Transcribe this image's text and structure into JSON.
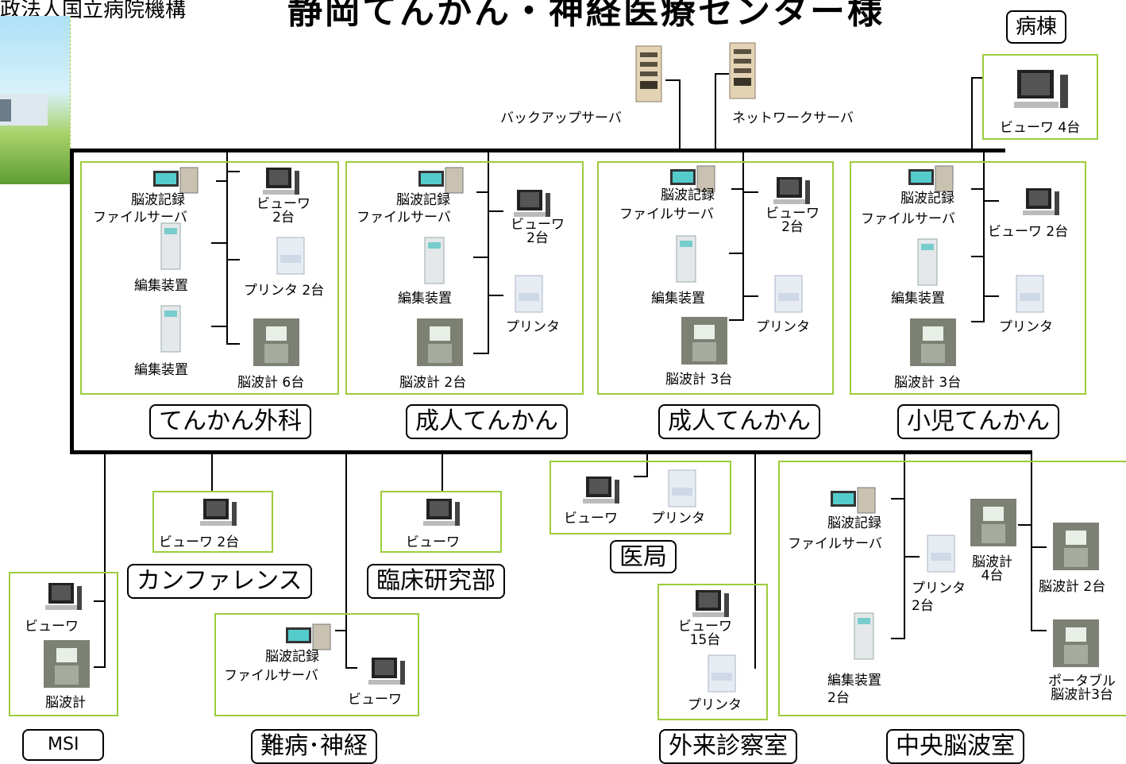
{
  "header": {
    "org": "政法人国立病院機構",
    "center": "静岡てんかん・神経医療センター様"
  },
  "devices": {
    "backup_server": "バックアップサーバ",
    "network_server": "ネットワークサーバ"
  },
  "ward": {
    "label": "病棟",
    "viewer": "ビューワ 4台"
  },
  "groups": {
    "g1": {
      "name": "てんかん外科",
      "file_server": [
        "脳波記録",
        "ファイルサーバ"
      ],
      "viewer": [
        "ビューワ",
        "2台"
      ],
      "printer": "プリンタ 2台",
      "editor1": "編集装置",
      "editor2": "編集装置",
      "eeg": "脳波計 6台"
    },
    "g2": {
      "name": "成人てんかん",
      "file_server": [
        "脳波記録",
        "ファイルサーバ"
      ],
      "viewer": [
        "ビューワ",
        "2台"
      ],
      "printer": "プリンタ",
      "editor": "編集装置",
      "eeg": "脳波計 2台"
    },
    "g3": {
      "name": "成人てんかん",
      "file_server": [
        "脳波記録",
        "ファイルサーバ"
      ],
      "viewer": [
        "ビューワ",
        "2台"
      ],
      "printer": "プリンタ",
      "editor": "編集装置",
      "eeg": "脳波計 3台"
    },
    "g4": {
      "name": "小児てんかん",
      "file_server": [
        "脳波記録",
        "ファイルサーバ"
      ],
      "viewer": "ビューワ 2台",
      "printer": "プリンタ",
      "editor": "編集装置",
      "eeg": "脳波計 3台"
    },
    "msi": {
      "name": "MSI",
      "viewer": "ビューワ",
      "eeg": "脳波計"
    },
    "conference": {
      "name": "カンファレンス",
      "viewer": "ビューワ 2台"
    },
    "research": {
      "name": "臨床研究部",
      "viewer": "ビューワ"
    },
    "medical": {
      "name": "医局",
      "viewer": "ビューワ",
      "printer": "プリンタ"
    },
    "neuro": {
      "name": "難病･神経",
      "file_server": [
        "脳波記録",
        "ファイルサーバ"
      ],
      "viewer": "ビューワ"
    },
    "outpatient": {
      "name": "外来診察室",
      "viewer": [
        "ビューワ",
        "15台"
      ],
      "printer": "プリンタ"
    },
    "central": {
      "name": "中央脳波室",
      "file_server": [
        "脳波記録",
        "ファイルサーバ"
      ],
      "printer": [
        "プリンタ",
        "2台"
      ],
      "eeg4": [
        "脳波計",
        "4台"
      ],
      "eeg2": "脳波計 2台",
      "editor": [
        "編集装置",
        "2台"
      ],
      "portable": [
        "ポータブル",
        "脳波計3台"
      ]
    }
  }
}
